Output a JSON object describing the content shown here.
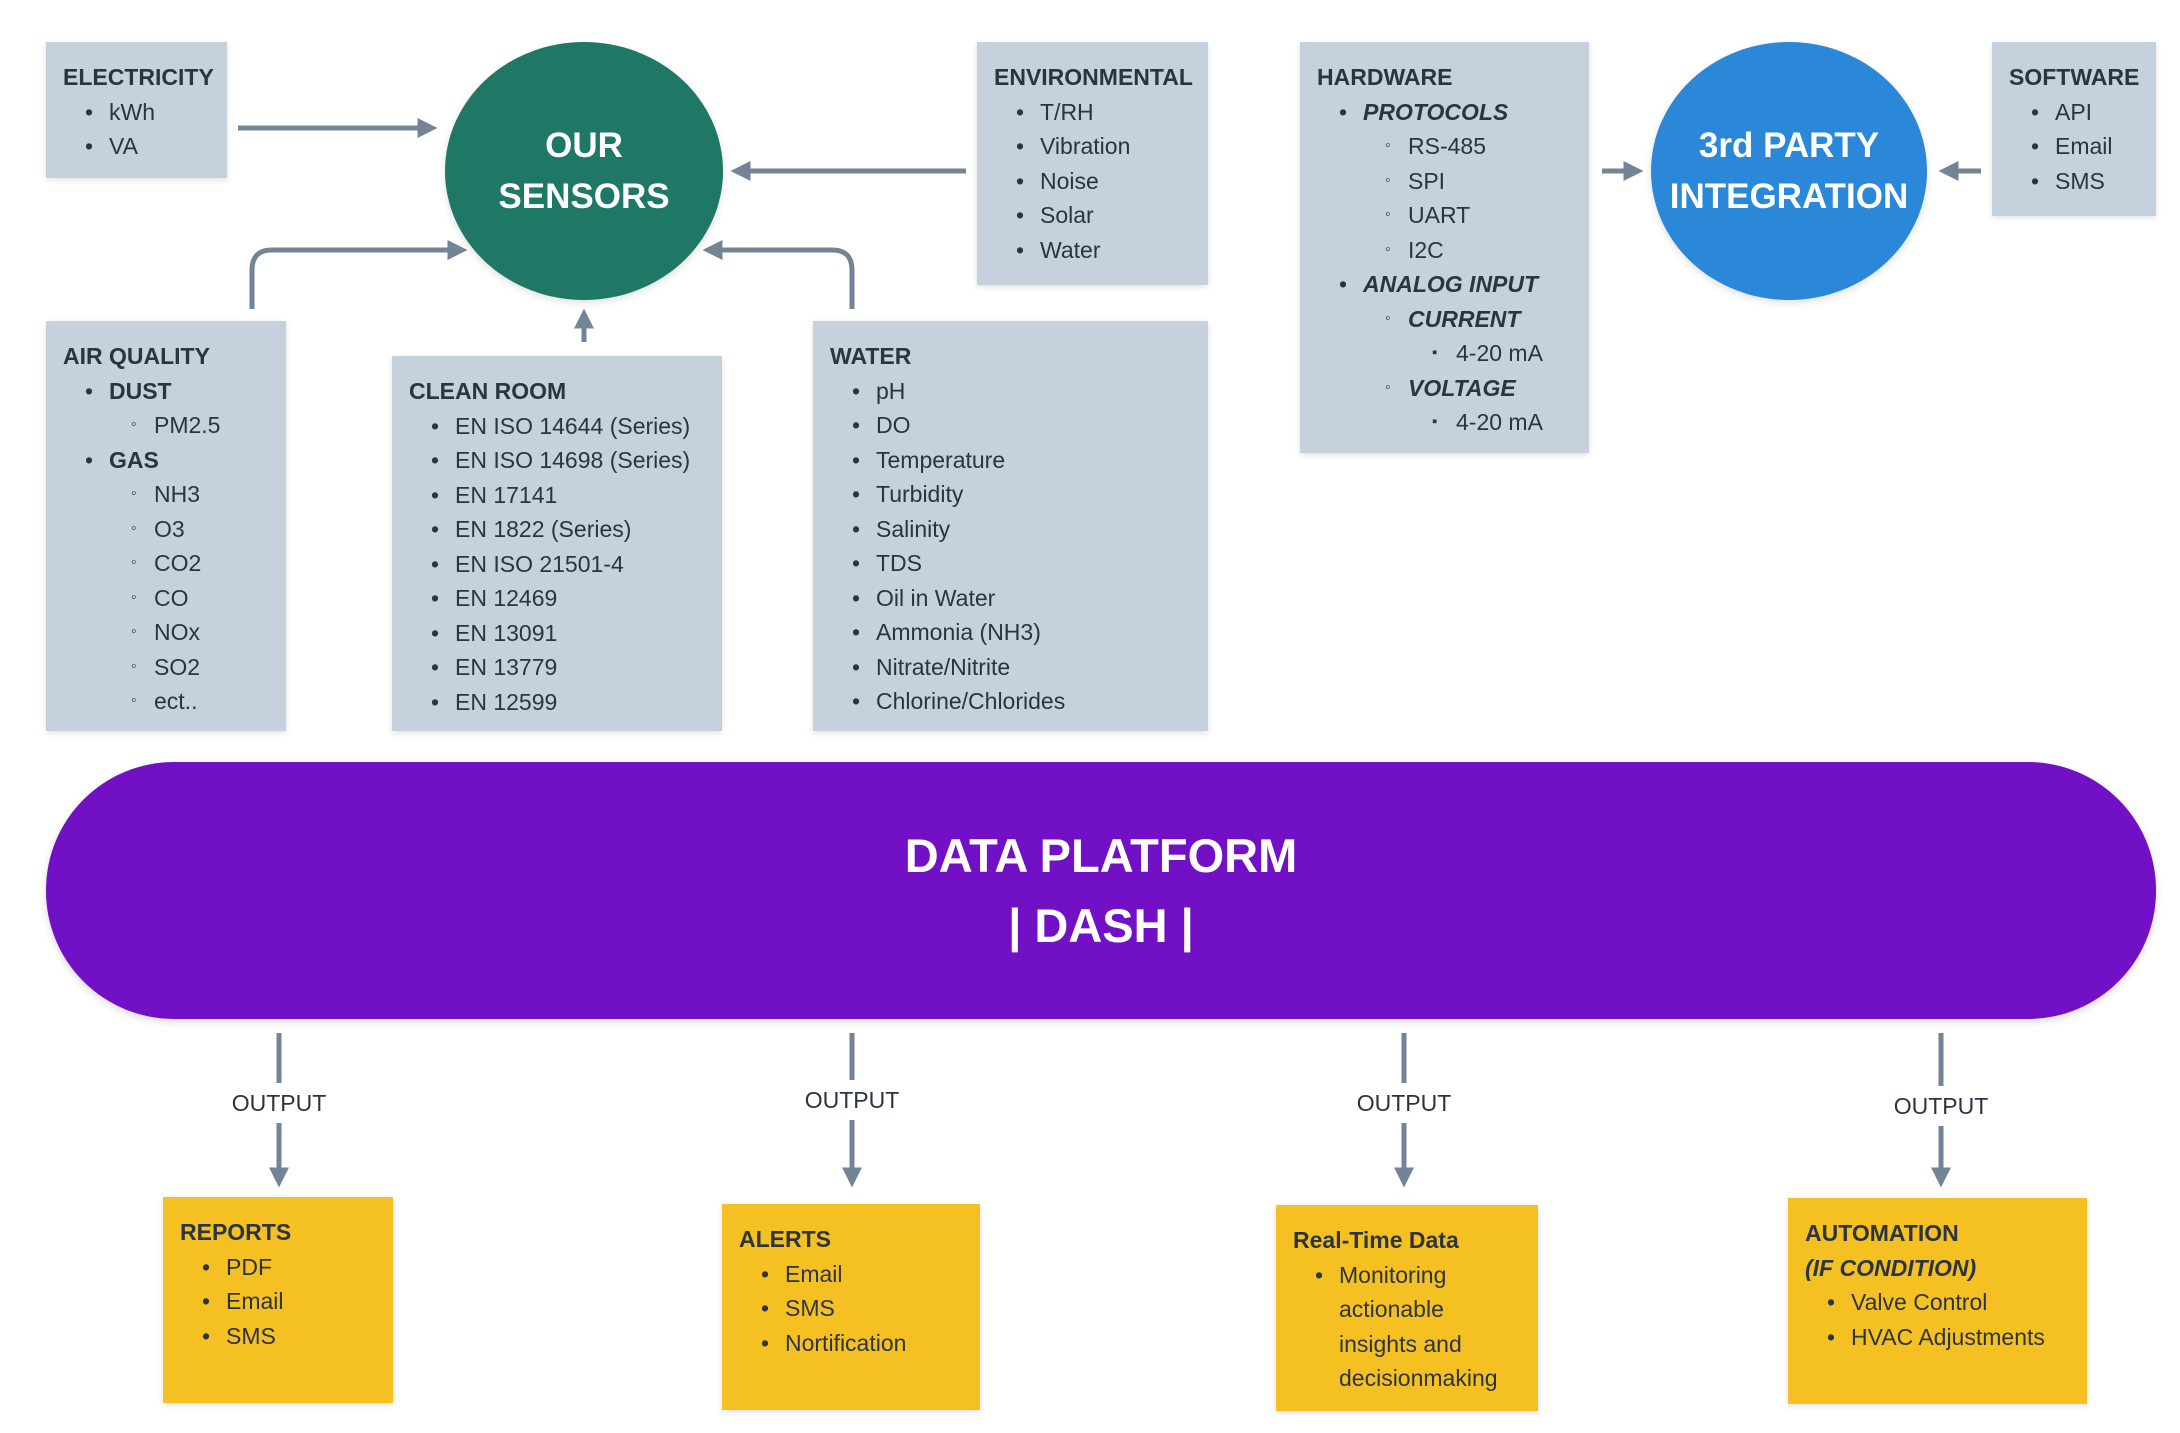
{
  "colors": {
    "box": "#c5d1dc",
    "sensors": "#1f7866",
    "integration": "#2b88d8",
    "platform": "#7210c5",
    "output_box": "#f5c022",
    "arrow": "#738496",
    "text": "#2b3440"
  },
  "sensors_circle": {
    "line1": "OUR",
    "line2": "SENSORS"
  },
  "integration_circle": {
    "line1": "3rd PARTY",
    "line2": "INTEGRATION"
  },
  "platform": {
    "line1": "DATA PLATFORM",
    "line2": "| DASH |"
  },
  "output_label": "OUTPUT",
  "boxes": {
    "electricity": {
      "title": "ELECTRICITY",
      "items": [
        {
          "text": "kWh",
          "level": 1
        },
        {
          "text": "VA",
          "level": 1
        }
      ]
    },
    "environmental": {
      "title": "ENVIRONMENTAL",
      "items": [
        {
          "text": "T/RH",
          "level": 1
        },
        {
          "text": "Vibration",
          "level": 1
        },
        {
          "text": "Noise",
          "level": 1
        },
        {
          "text": "Solar",
          "level": 1
        },
        {
          "text": "Water",
          "level": 1
        }
      ]
    },
    "hardware": {
      "title": "HARDWARE",
      "items": [
        {
          "text": "PROTOCOLS",
          "level": 1,
          "style": "italicbold"
        },
        {
          "text": "RS-485",
          "level": 2
        },
        {
          "text": "SPI",
          "level": 2
        },
        {
          "text": "UART",
          "level": 2
        },
        {
          "text": "I2C",
          "level": 2
        },
        {
          "text": "ANALOG INPUT",
          "level": 1,
          "style": "italicbold"
        },
        {
          "text": "CURRENT",
          "level": 2,
          "style": "italicbold"
        },
        {
          "text": "4-20 mA",
          "level": 3
        },
        {
          "text": "VOLTAGE",
          "level": 2,
          "style": "italicbold"
        },
        {
          "text": "4-20 mA",
          "level": 3
        }
      ]
    },
    "software": {
      "title": "SOFTWARE",
      "items": [
        {
          "text": "API",
          "level": 1
        },
        {
          "text": "Email",
          "level": 1
        },
        {
          "text": "SMS",
          "level": 1
        }
      ]
    },
    "air": {
      "title": "AIR QUALITY",
      "items": [
        {
          "text": "DUST",
          "level": 1,
          "style": "bold"
        },
        {
          "text": "PM2.5",
          "level": 2
        },
        {
          "text": "GAS",
          "level": 1,
          "style": "bold"
        },
        {
          "text": "NH3",
          "level": 2
        },
        {
          "text": "O3",
          "level": 2
        },
        {
          "text": "CO2",
          "level": 2
        },
        {
          "text": "CO",
          "level": 2
        },
        {
          "text": "NOx",
          "level": 2
        },
        {
          "text": "SO2",
          "level": 2
        },
        {
          "text": "ect..",
          "level": 2
        }
      ]
    },
    "cleanroom": {
      "title": "CLEAN ROOM",
      "items": [
        {
          "text": "EN ISO 14644 (Series)",
          "level": 1
        },
        {
          "text": "EN ISO 14698 (Series)",
          "level": 1
        },
        {
          "text": "EN 17141",
          "level": 1
        },
        {
          "text": "EN 1822 (Series)",
          "level": 1
        },
        {
          "text": "EN ISO 21501-4",
          "level": 1
        },
        {
          "text": "EN 12469",
          "level": 1
        },
        {
          "text": "EN 13091",
          "level": 1
        },
        {
          "text": "EN 13779",
          "level": 1
        },
        {
          "text": "EN 12599",
          "level": 1
        }
      ]
    },
    "water": {
      "title": "WATER",
      "items": [
        {
          "text": "pH",
          "level": 1
        },
        {
          "text": "DO",
          "level": 1
        },
        {
          "text": "Temperature",
          "level": 1
        },
        {
          "text": "Turbidity",
          "level": 1
        },
        {
          "text": "Salinity",
          "level": 1
        },
        {
          "text": "TDS",
          "level": 1
        },
        {
          "text": "Oil in Water",
          "level": 1
        },
        {
          "text": "Ammonia (NH3)",
          "level": 1
        },
        {
          "text": "Nitrate/Nitrite",
          "level": 1
        },
        {
          "text": "Chlorine/Chlorides",
          "level": 1
        }
      ]
    },
    "reports": {
      "title": "REPORTS",
      "items": [
        {
          "text": "PDF",
          "level": 1
        },
        {
          "text": "Email",
          "level": 1
        },
        {
          "text": "SMS",
          "level": 1
        }
      ]
    },
    "alerts": {
      "title": "ALERTS",
      "items": [
        {
          "text": "Email",
          "level": 1
        },
        {
          "text": "SMS",
          "level": 1
        },
        {
          "text": "Nortification",
          "level": 1
        }
      ]
    },
    "realtime": {
      "title": "Real-Time Data",
      "items": [
        {
          "text": "Monitoring",
          "level": 1
        },
        {
          "text": "actionable",
          "level": 1,
          "continuation": true
        },
        {
          "text": "insights and",
          "level": 1,
          "continuation": true
        },
        {
          "text": "decisionmaking",
          "level": 1,
          "continuation": true
        }
      ]
    },
    "automation": {
      "title": "AUTOMATION",
      "subtitle": "(IF CONDITION)",
      "items": [
        {
          "text": "Valve Control",
          "level": 1
        },
        {
          "text": "HVAC Adjustments",
          "level": 1
        }
      ]
    }
  }
}
